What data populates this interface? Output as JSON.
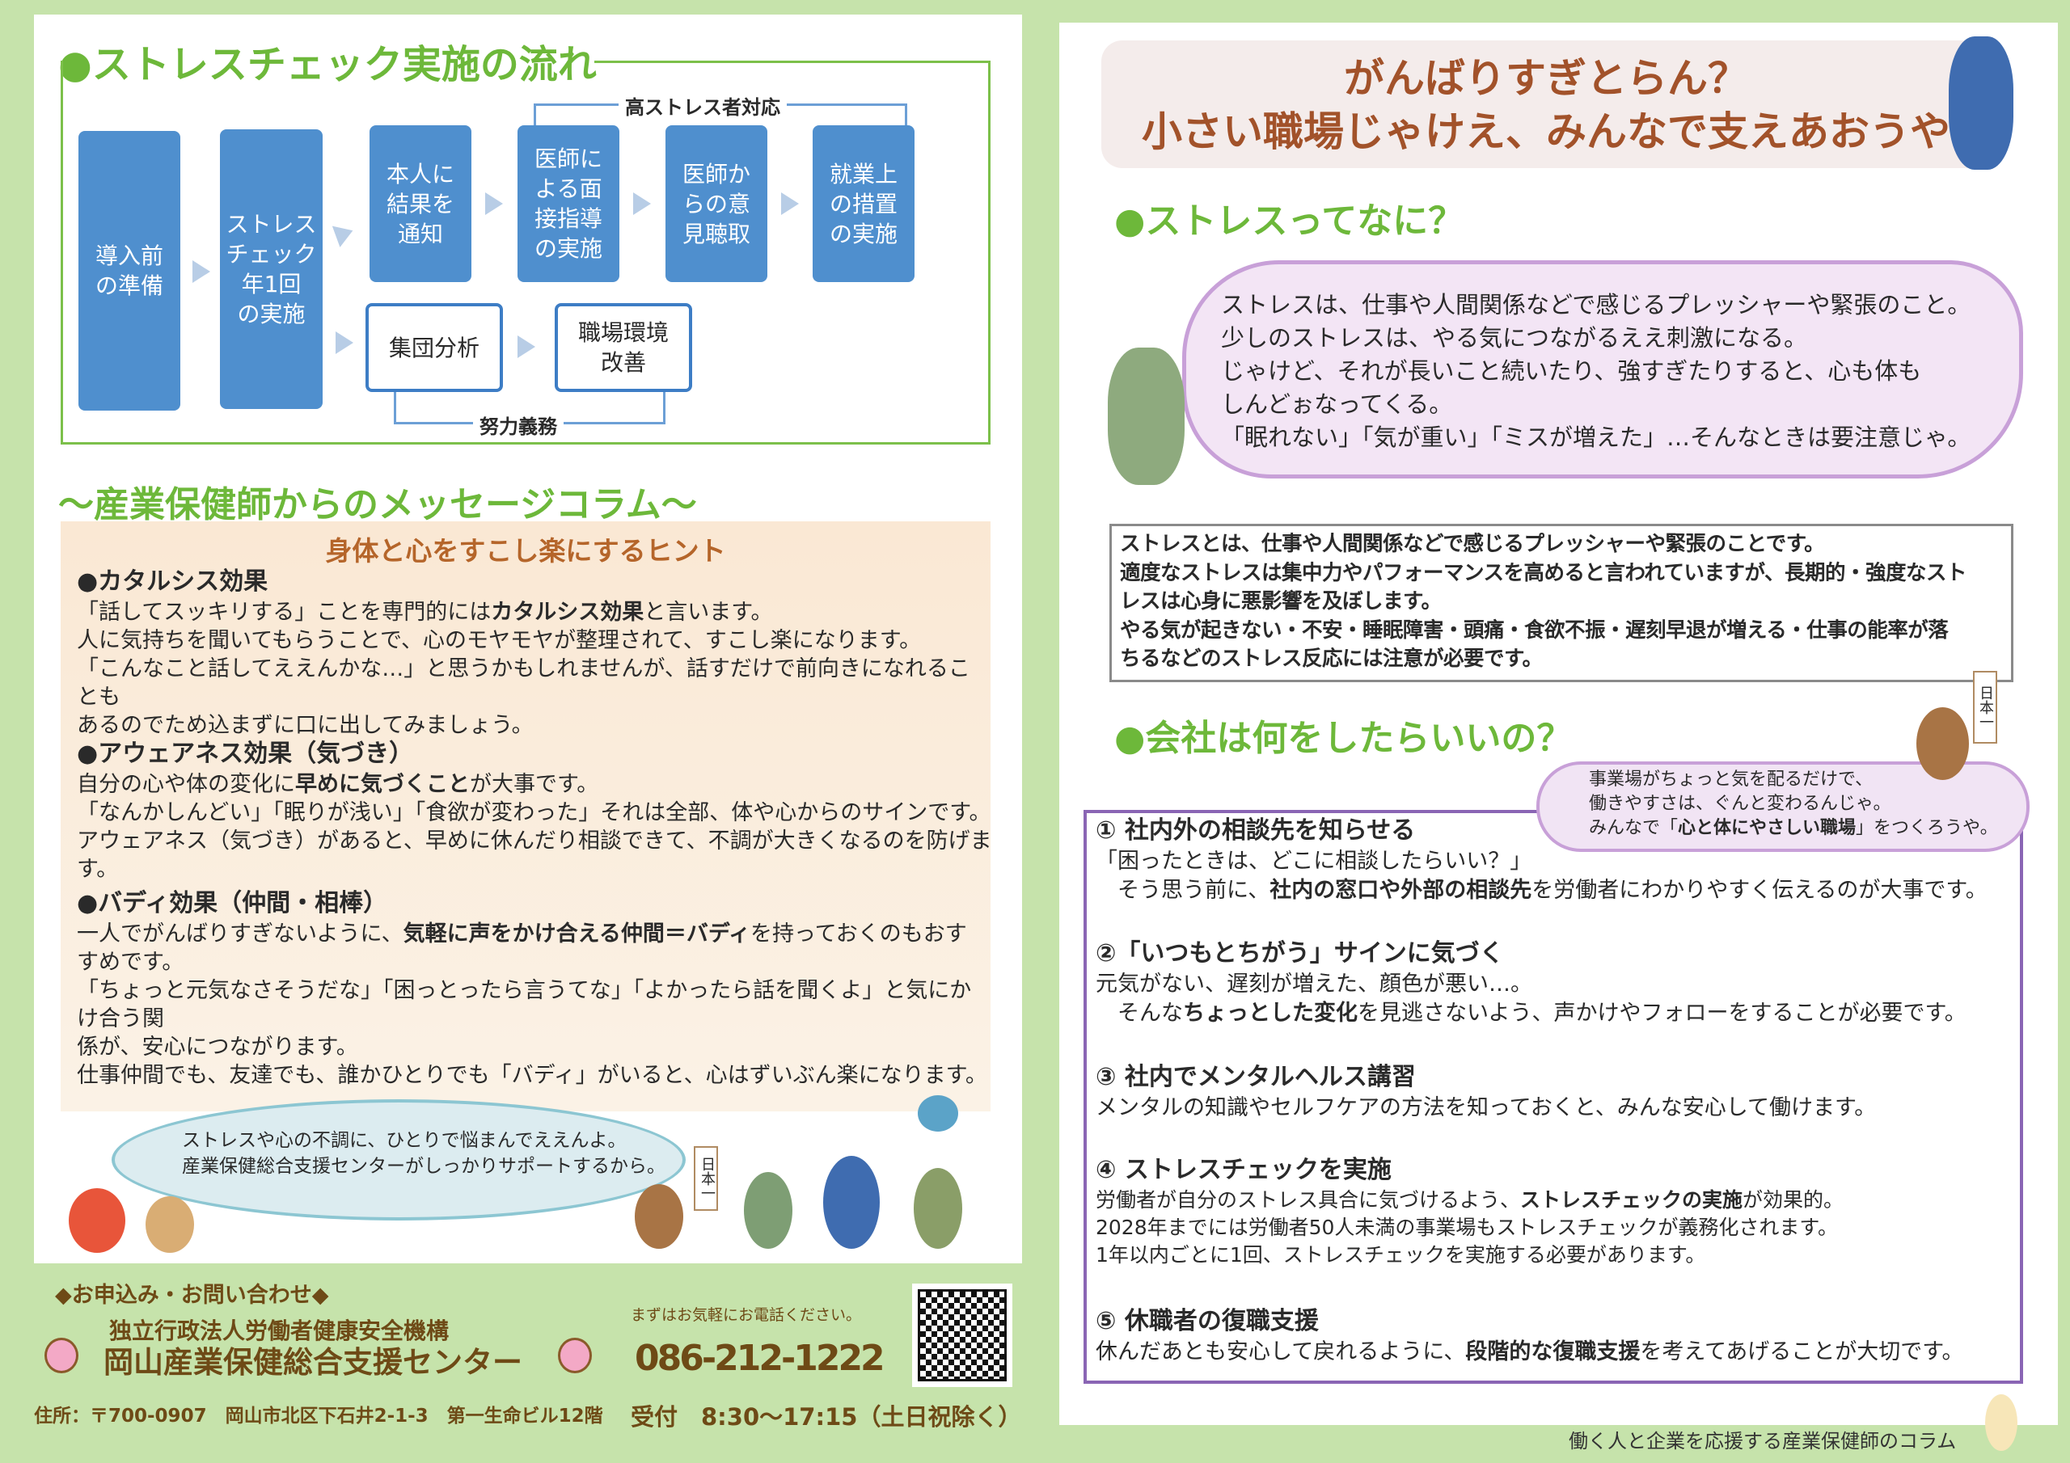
{
  "left": {
    "flow_title": "●ストレスチェック実施の流れ",
    "flow": {
      "steps": [
        "導入前\nの準備",
        "ストレス\nチェック\n年1回\nの実施",
        "本人に\n結果を\n通知",
        "医師に\nよる面\n接指導\nの実施",
        "医師か\nらの意\n見聴取",
        "就業上\nの措置\nの実施"
      ],
      "sub_steps": [
        "集団分析",
        "職場環境\n改善"
      ],
      "high_stress_label": "高ストレス者対応",
      "effort_label": "努力義務"
    },
    "column_title": "〜産業保健師からのメッセージコラム〜",
    "hint_title": "身体と心をすこし楽にするヒント",
    "sections": [
      {
        "heading": "●カタルシス効果",
        "lines": [
          [
            {
              "t": "「話してスッキリする」ことを専門的には"
            },
            {
              "t": "カタルシス効果",
              "b": true
            },
            {
              "t": "と言います。"
            }
          ],
          [
            {
              "t": "人に気持ちを聞いてもらうことで、心のモヤモヤが整理されて、すこし楽になります。"
            }
          ],
          [
            {
              "t": "「こんなこと話してええんかな…」と思うかもしれませんが、話すだけで前向きになれることも"
            }
          ],
          [
            {
              "t": "あるのでため込まずに口に出してみましょう。"
            }
          ]
        ]
      },
      {
        "heading": "●アウェアネス効果（気づき）",
        "lines": [
          [
            {
              "t": "自分の心や体の変化に"
            },
            {
              "t": "早めに気づくこと",
              "b": true
            },
            {
              "t": "が大事です。"
            }
          ],
          [
            {
              "t": "「なんかしんどい」「眠りが浅い」「食欲が変わった」それは全部、体や心からのサインです。"
            }
          ],
          [
            {
              "t": "アウェアネス（気づき）があると、早めに休んだり相談できて、不調が大きくなるのを防げます。"
            }
          ]
        ]
      },
      {
        "heading": "●バディ効果（仲間・相棒）",
        "lines": [
          [
            {
              "t": "一人でがんばりすぎないように、"
            },
            {
              "t": "気軽に声をかけ合える仲間＝バディ",
              "b": true
            },
            {
              "t": "を持っておくのもおす"
            }
          ],
          [
            {
              "t": "すめです。"
            }
          ],
          [
            {
              "t": "「ちょっと元気なさそうだな」「困っとったら言うてな」「よかったら話を聞くよ」と気にかけ合う関"
            }
          ],
          [
            {
              "t": "係が、安心につながります。"
            }
          ],
          [
            {
              "t": "仕事仲間でも、友達でも、誰かひとりでも「バディ」がいると、心はずいぶん楽になります。"
            }
          ]
        ]
      }
    ],
    "bubble": [
      "ストレスや心の不調に、ひとりで悩まんでええんよ。",
      "産業保健総合支援センターがしっかりサポートするから。"
    ],
    "sign_text": "日本一",
    "footer": {
      "inquiry": "◆お申込み・お問い合わせ◆",
      "org": "独立行政法人労働者健康安全機構",
      "center": "岡山産業保健総合支援センター",
      "address": "住所：〒700-0907　岡山市北区下石井2-1-3　第一生命ビル12階",
      "call_prompt": "まずはお気軽にお電話ください。",
      "phone": "086-212-1222",
      "hours": "受付　8:30〜17:15（土日祝除く）"
    }
  },
  "right": {
    "banner": [
      "がんばりすぎとらん？",
      "小さい職場じゃけえ、みんなで支えあおうや"
    ],
    "what_title": "●ストレスってなに？",
    "what_bubble": [
      "ストレスは、仕事や人間関係などで感じるプレッシャーや緊張のこと。",
      "少しのストレスは、やる気につながるええ刺激になる。",
      "じゃけど、それが長いこと続いたり、強すぎたりすると、心も体も",
      "しんどぉなってくる。",
      "「眠れない」「気が重い」「ミスが増えた」…そんなときは要注意じゃ。"
    ],
    "definition": [
      "ストレスとは、仕事や人間関係などで感じるプレッシャーや緊張のことです。",
      "適度なストレスは集中力やパフォーマンスを高めると言われていますが、長期的・強度なスト",
      "レスは心身に悪影響を及ぼします。",
      "やる気が起きない・不安・睡眠障害・頭痛・食欲不振・遅刻早退が増える・仕事の能率が落",
      "ちるなどのストレス反応には注意が必要です。"
    ],
    "company_title": "●会社は何をしたらいいの？",
    "company_bubble": [
      [
        {
          "t": "事業場がちょっと気を配るだけで、"
        }
      ],
      [
        {
          "t": "働きやすさは、ぐんと変わるんじゃ。"
        }
      ],
      [
        {
          "t": "みんなで「"
        },
        {
          "t": "心と体にやさしい職場",
          "b": true
        },
        {
          "t": "」をつくろうや。"
        }
      ]
    ],
    "sign_text": "日本一",
    "items": [
      {
        "heading": "① 社内外の相談先を知らせる",
        "lines": [
          [
            {
              "t": "「困ったときは、どこに相談したらいい？」"
            }
          ],
          [
            {
              "t": "　そう思う前に、"
            },
            {
              "t": "社内の窓口や外部の相談先",
              "b": true
            },
            {
              "t": "を労働者にわかりやすく伝えるのが大事です。"
            }
          ]
        ]
      },
      {
        "heading": "②「いつもとちがう」サインに気づく",
        "lines": [
          [
            {
              "t": "元気がない、遅刻が増えた、顔色が悪い…。"
            }
          ],
          [
            {
              "t": "　そんな"
            },
            {
              "t": "ちょっとした変化",
              "b": true
            },
            {
              "t": "を見逃さないよう、声かけやフォローをすることが必要です。"
            }
          ]
        ]
      },
      {
        "heading": "③ 社内でメンタルヘルス講習",
        "lines": [
          [
            {
              "t": "メンタルの知識やセルフケアの方法を知っておくと、みんな安心して働けます。"
            }
          ]
        ]
      },
      {
        "heading": "④ ストレスチェックを実施",
        "lines": [
          [
            {
              "t": "労働者が自分のストレス具合に気づけるよう、"
            },
            {
              "t": "ストレスチェックの実施",
              "b": true
            },
            {
              "t": "が効果的。"
            }
          ],
          [
            {
              "t": "2028年までには労働者50人未満の事業場もストレスチェックが義務化されます。"
            }
          ],
          [
            {
              "t": "1年以内ごとに1回、ストレスチェックを実施する必要があります。"
            }
          ]
        ]
      },
      {
        "heading": "⑤ 休職者の復職支援",
        "lines": [
          [
            {
              "t": "休んだあとも安心して戻れるように、"
            },
            {
              "t": "段階的な復職支援",
              "b": true
            },
            {
              "t": "を考えてあげることが大切です。"
            }
          ]
        ]
      }
    ],
    "footer_caption": "働く人と企業を応援する産業保健師のコラム"
  },
  "colors": {
    "green": "#6db83a",
    "blue": "#4f8fce",
    "brown": "#a2522a",
    "purple": "#8a65b4",
    "footer_green": "#c6e3ab"
  }
}
